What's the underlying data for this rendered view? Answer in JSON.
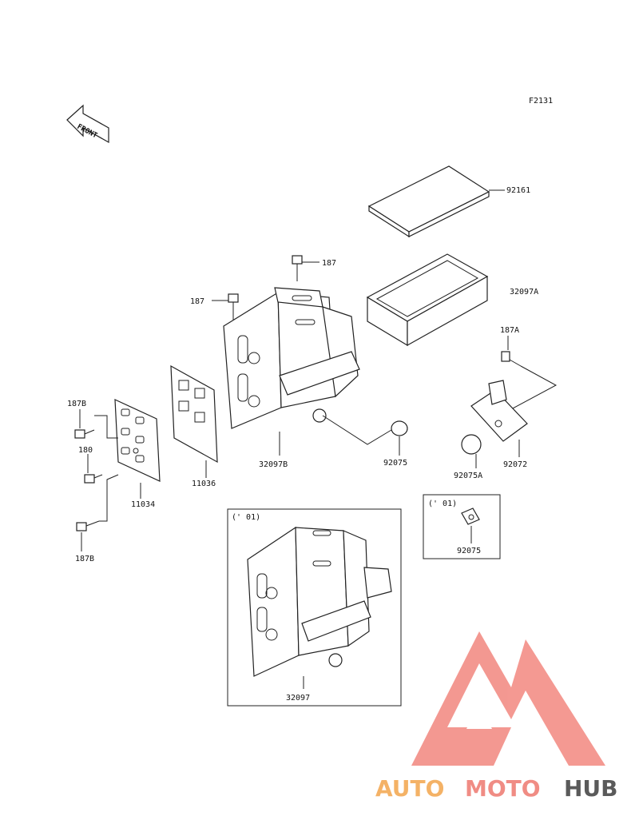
{
  "figure_code": "F2131",
  "front_arrow_label": "FRONT",
  "parts": {
    "p92161": "92161",
    "p187_top": "187",
    "p32097A": "32097A",
    "p187_left": "187",
    "p187A": "187A",
    "p187B_top": "187B",
    "p180": "180",
    "p11034": "11034",
    "p11036": "11036",
    "p32097B": "32097B",
    "p92075": "92075",
    "p92075A": "92075A",
    "p92072": "92072",
    "p187B_bottom": "187B"
  },
  "variant_box_large": {
    "tag": "(' 01)",
    "part": "32097"
  },
  "variant_box_small": {
    "tag": "(' 01)",
    "part": "92075"
  },
  "watermark": {
    "word_part1": "AUTO",
    "word_part2": "MOTO",
    "word_part3": "HUB",
    "colors": {
      "orange": "#f4b266",
      "pink": "#f08c84",
      "gray": "#5a5a5a",
      "logo": "#f3938c"
    }
  }
}
